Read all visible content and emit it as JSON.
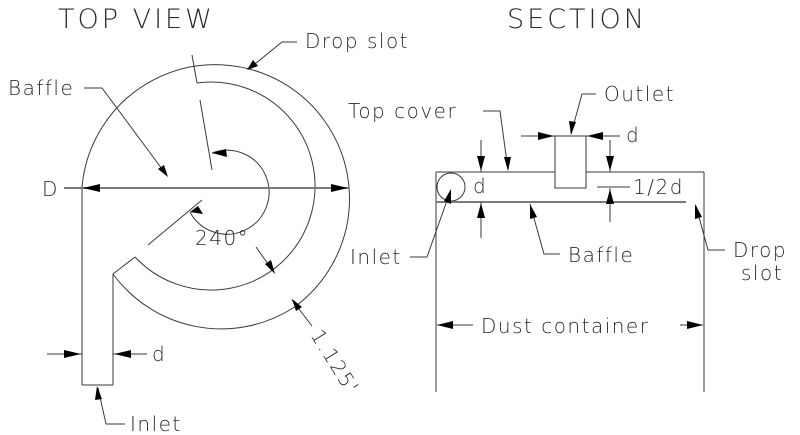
{
  "top_view": {
    "title": "TOP VIEW",
    "labels": {
      "drop_slot": "Drop slot",
      "baffle": "Baffle",
      "diameter": "D",
      "angle": "240°",
      "width_d": "d",
      "inlet": "Inlet",
      "radius_ratio": "1.125'"
    }
  },
  "section": {
    "title": "SECTION",
    "labels": {
      "top_cover": "Top cover",
      "outlet": "Outlet",
      "outlet_d": "d",
      "inlet_d": "d",
      "half_d": "1/2d",
      "inlet": "Inlet",
      "baffle": "Baffle",
      "drop_slot_line1": "Drop",
      "drop_slot_line2": "slot",
      "dust_container": "Dust container"
    }
  }
}
